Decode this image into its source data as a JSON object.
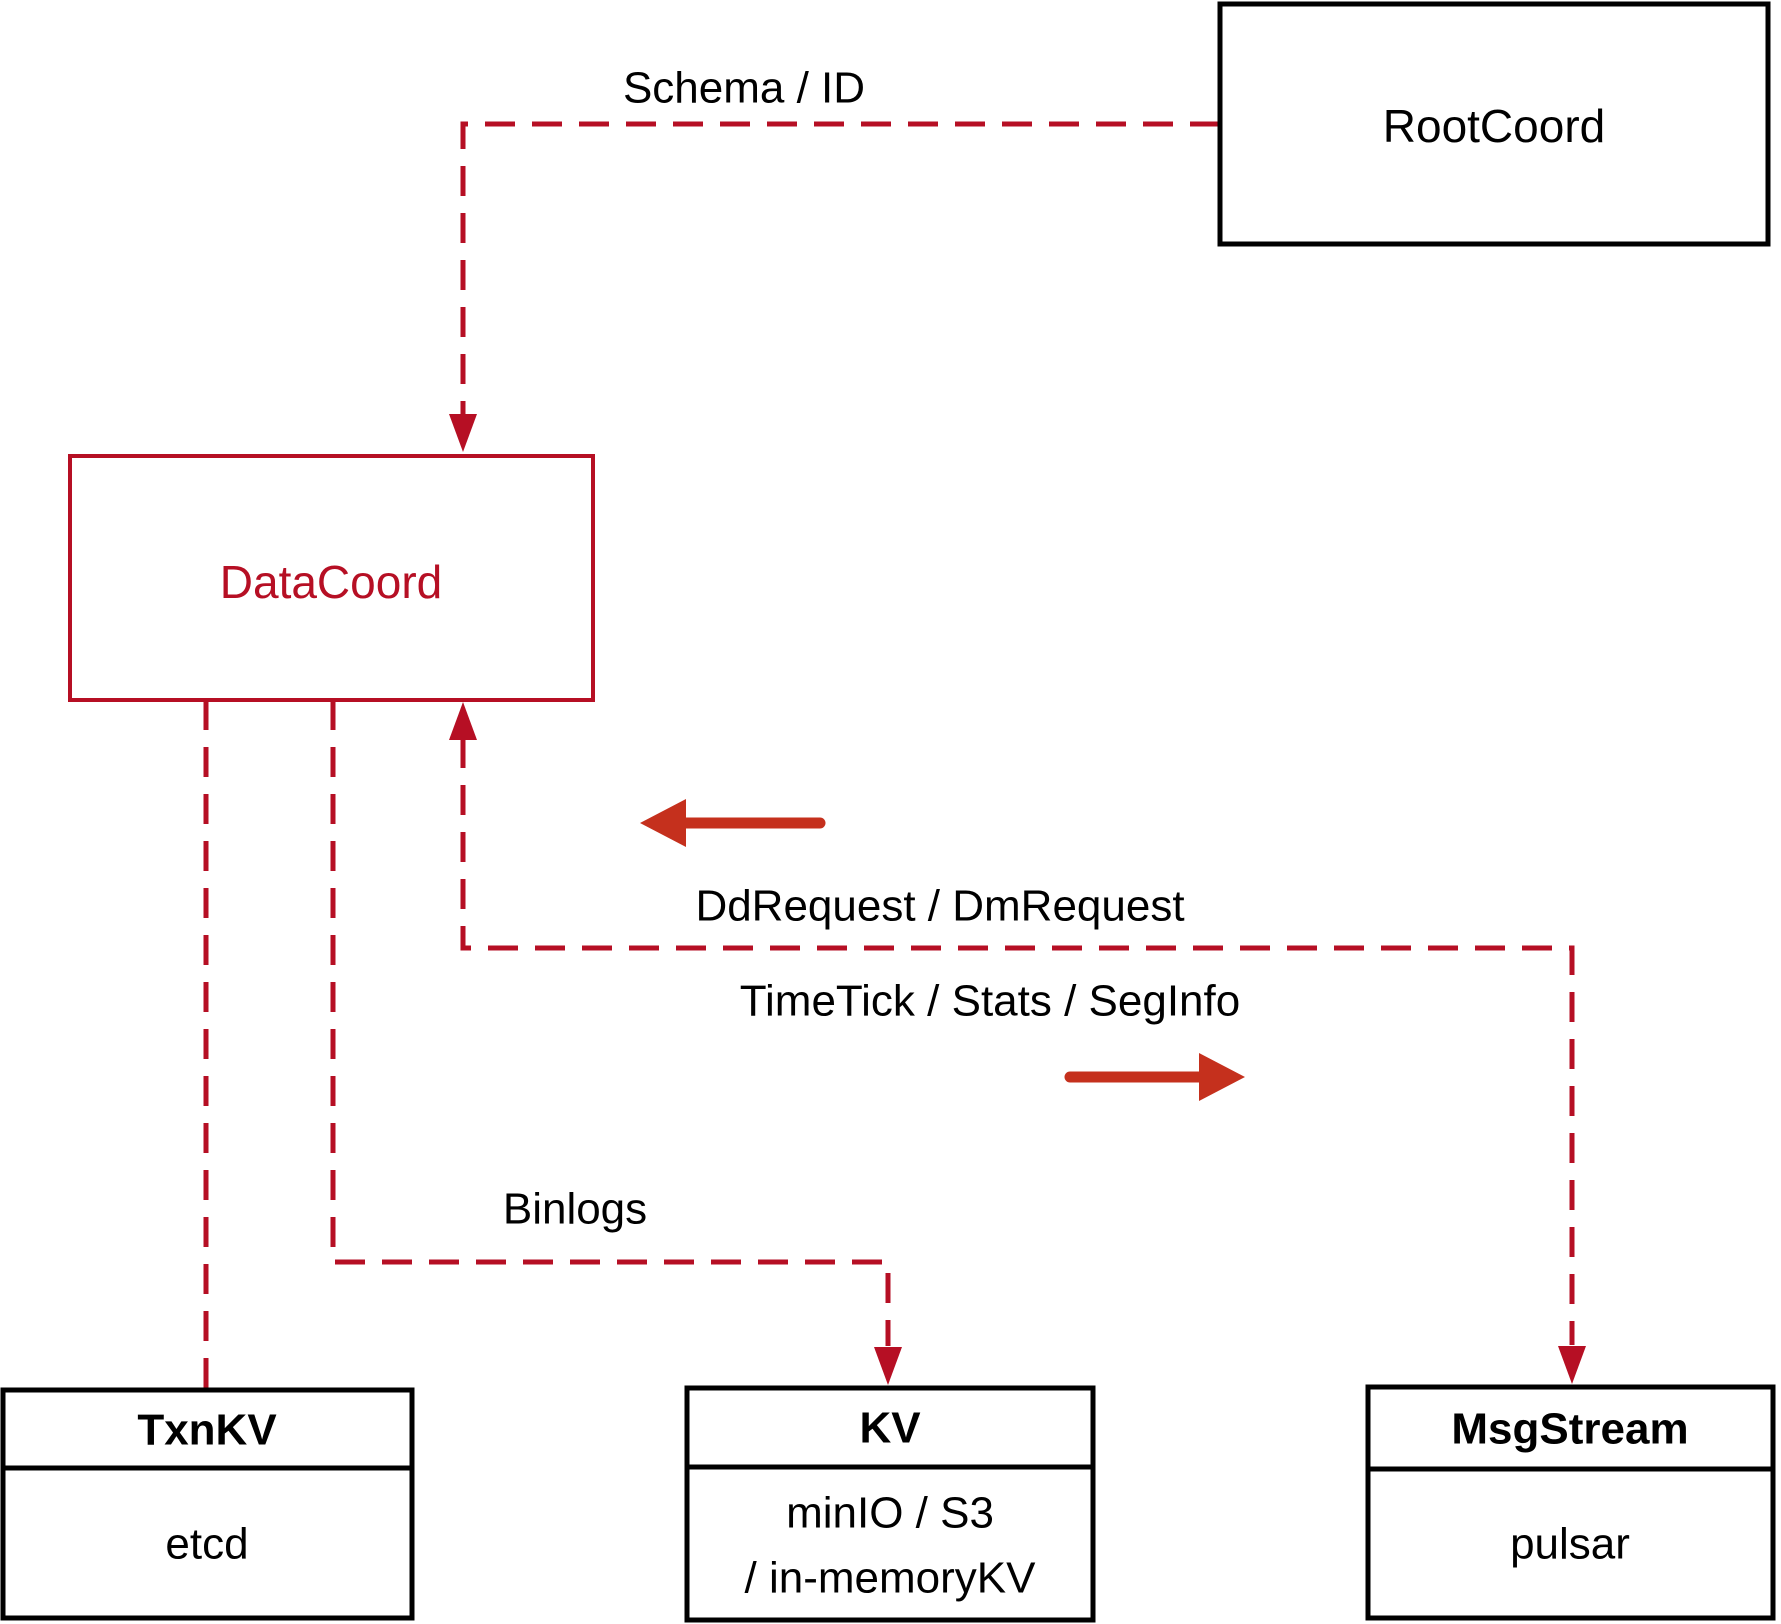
{
  "diagram": {
    "colors": {
      "line": "#b60f24",
      "arrow": "#c5301d",
      "box_border": "#000000",
      "text": "#000000",
      "background": "#ffffff"
    },
    "nodes": {
      "rootcoord": {
        "label": "RootCoord"
      },
      "datacoord": {
        "label": "DataCoord"
      },
      "txnkv": {
        "title": "TxnKV",
        "body": "etcd"
      },
      "kv": {
        "title": "KV",
        "body_line1": "minIO / S3",
        "body_line2": "/ in-memoryKV"
      },
      "msgstream": {
        "title": "MsgStream",
        "body": "pulsar"
      }
    },
    "edges": {
      "schema_id": {
        "label": "Schema / ID"
      },
      "binlogs": {
        "label": "Binlogs"
      },
      "dd_request": {
        "label": "DdRequest / DmRequest"
      },
      "timetick": {
        "label": "TimeTick / Stats / SegInfo"
      }
    }
  }
}
